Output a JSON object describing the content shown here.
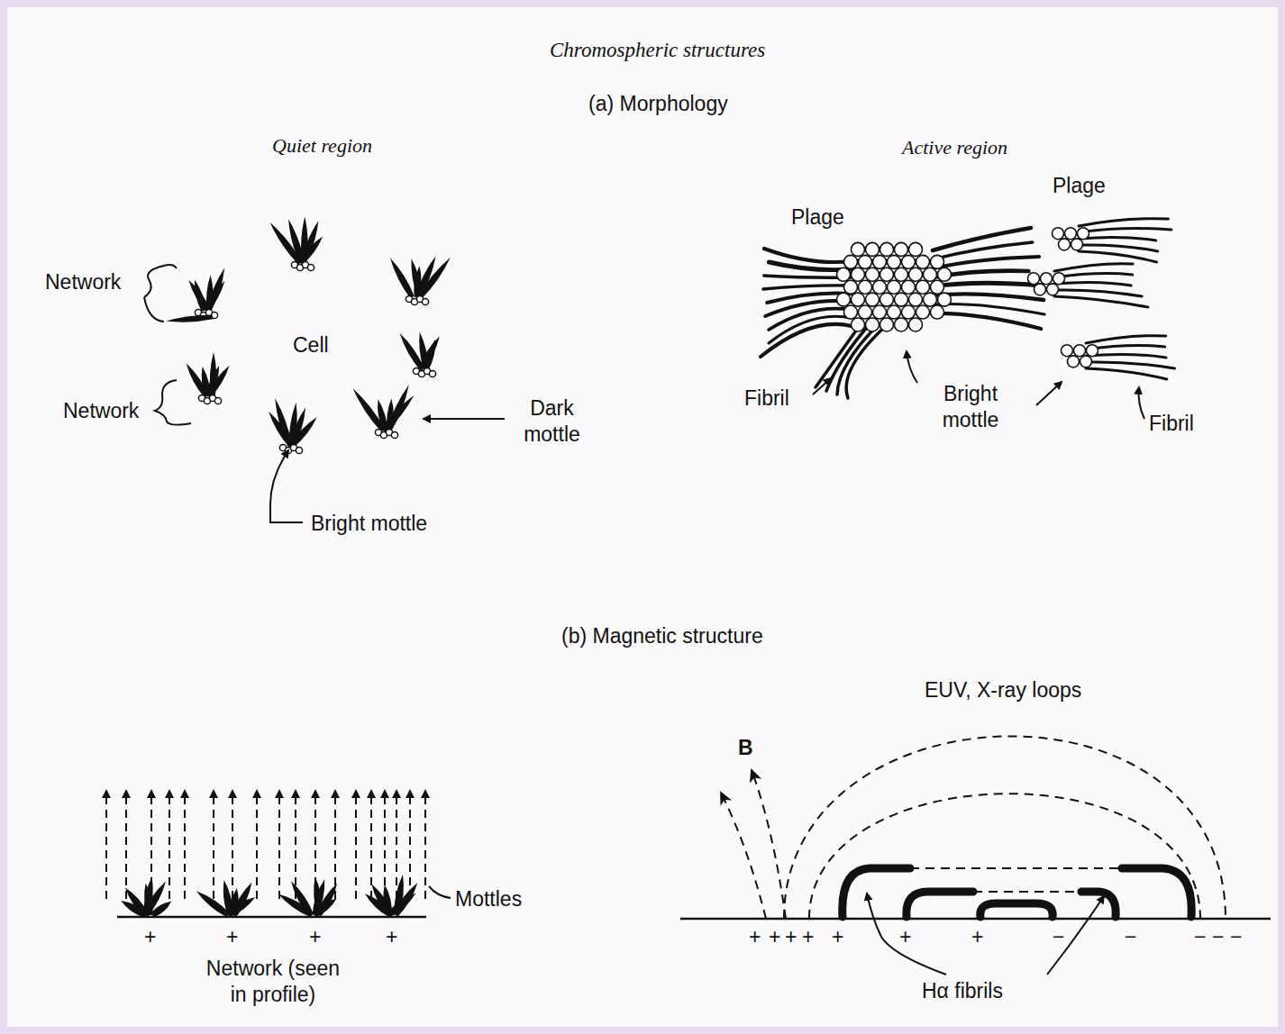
{
  "diagram": {
    "title": "Chromospheric structures",
    "labels": [
      "(a) Morphology",
      "Quiet region",
      "Active region",
      "Network",
      "Cell",
      "Network",
      "Dark mottle",
      "Bright mottle",
      "Plage",
      "Plage",
      "Fibril",
      "Bright mottle",
      "Fibril",
      "(b) Magnetic structure",
      "Mottles",
      "+",
      "+",
      "+",
      "+",
      "Network (seen in profile)",
      "EUV, X-ray loops",
      "B",
      "+",
      "+",
      "+",
      "+",
      "+",
      "+",
      "+",
      "−",
      "−",
      "−",
      "−",
      "−",
      "Hα fibrils"
    ]
  }
}
